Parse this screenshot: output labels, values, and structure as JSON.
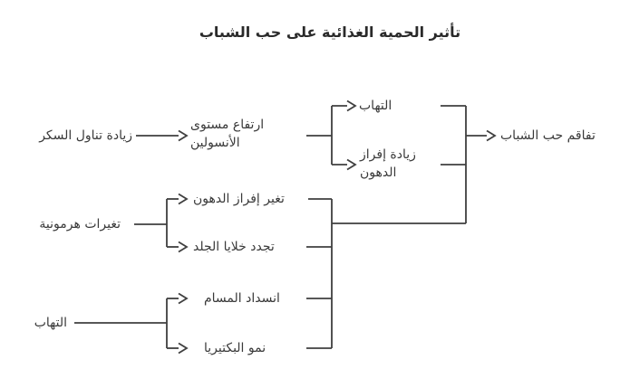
{
  "title": "تأثير الحمية الغذائية على حب الشباب",
  "nodes": {
    "sugar_intake": {
      "label": "زيادة تناول السكر"
    },
    "insulin_rise": {
      "label": "ارتفاع مستوى\nالأنسولين"
    },
    "inflammation_branch": {
      "label": "التهاب"
    },
    "sebum_increase": {
      "label": "زيادة إفراز\nالدهون"
    },
    "acne_worsening": {
      "label": "تفاقم حب الشباب"
    },
    "hormonal_changes": {
      "label": "تغيرات هرمونية"
    },
    "sebum_change": {
      "label": "تغير إفراز الدهون"
    },
    "skin_cell_renewal": {
      "label": "تجدد خلايا الجلد"
    },
    "inflammation_cause": {
      "label": "التهاب"
    },
    "pore_blockage": {
      "label": "انسداد المسام"
    },
    "bacteria_growth": {
      "label": "نمو البكتيريا"
    }
  },
  "edges": [
    {
      "from": "زيادة تناول السكر",
      "to": "ارتفاع مستوى الأنسولين"
    },
    {
      "from": "ارتفاع مستوى الأنسولين",
      "to": "التهاب"
    },
    {
      "from": "ارتفاع مستوى الأنسولين",
      "to": "زيادة إفراز الدهون"
    },
    {
      "from": "التهاب",
      "to": "تفاقم حب الشباب"
    },
    {
      "from": "زيادة إفراز الدهون",
      "to": "تفاقم حب الشباب"
    },
    {
      "from": "تغيرات هرمونية",
      "to": "تغير إفراز الدهون"
    },
    {
      "from": "تغيرات هرمونية",
      "to": "تجدد خلايا الجلد"
    },
    {
      "from": "التهاب",
      "to": "انسداد المسام"
    },
    {
      "from": "التهاب",
      "to": "نمو البكتيريا"
    },
    {
      "from": "تغير إفراز الدهون",
      "to": "تفاقم حب الشباب"
    },
    {
      "from": "تجدد خلايا الجلد",
      "to": "تفاقم حب الشباب"
    },
    {
      "from": "انسداد المسام",
      "to": "تفاقم حب الشباب"
    },
    {
      "from": "نمو البكتيريا",
      "to": "تفاقم حب الشباب"
    }
  ],
  "colors": {
    "text": "#3a3a3a",
    "line": "#3f3f3f",
    "title": "#2a2a2a",
    "background": "#ffffff"
  }
}
